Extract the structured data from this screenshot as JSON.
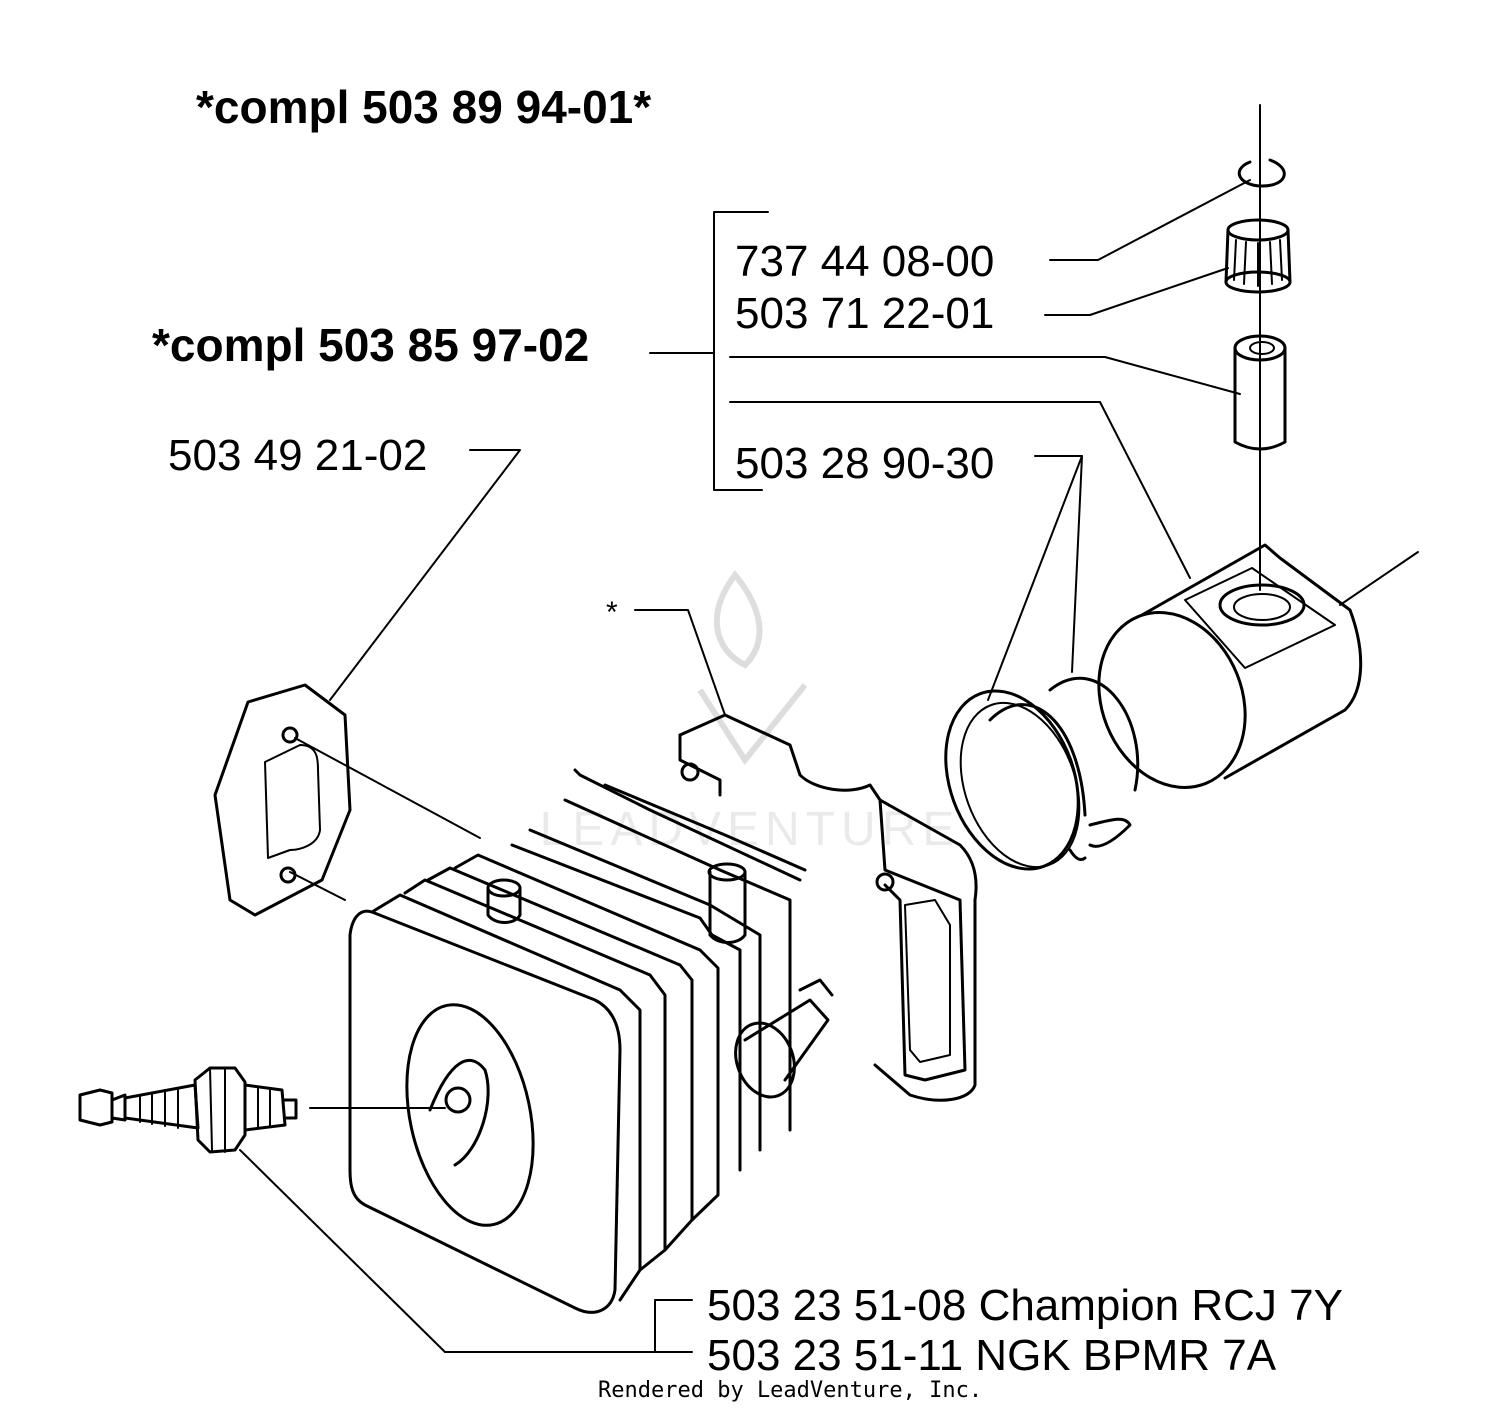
{
  "assembly_labels": {
    "complete_unit": "*compl 503 89 94-01*",
    "piston_kit": "*compl 503 85 97-02"
  },
  "part_labels": {
    "circlip": "737 44 08-00",
    "needle_bearing": "503 71 22-01",
    "gasket": "503 49 21-02",
    "piston_rings": "503 28 90-30",
    "cylinder": "*",
    "spark_plug_champion": "503 23 51-08 Champion RCJ 7Y",
    "spark_plug_ngk": "503 23 51-11 NGK BPMR 7A"
  },
  "watermark": "LEADVENTURE",
  "footer": "Rendered by LeadVenture, Inc."
}
